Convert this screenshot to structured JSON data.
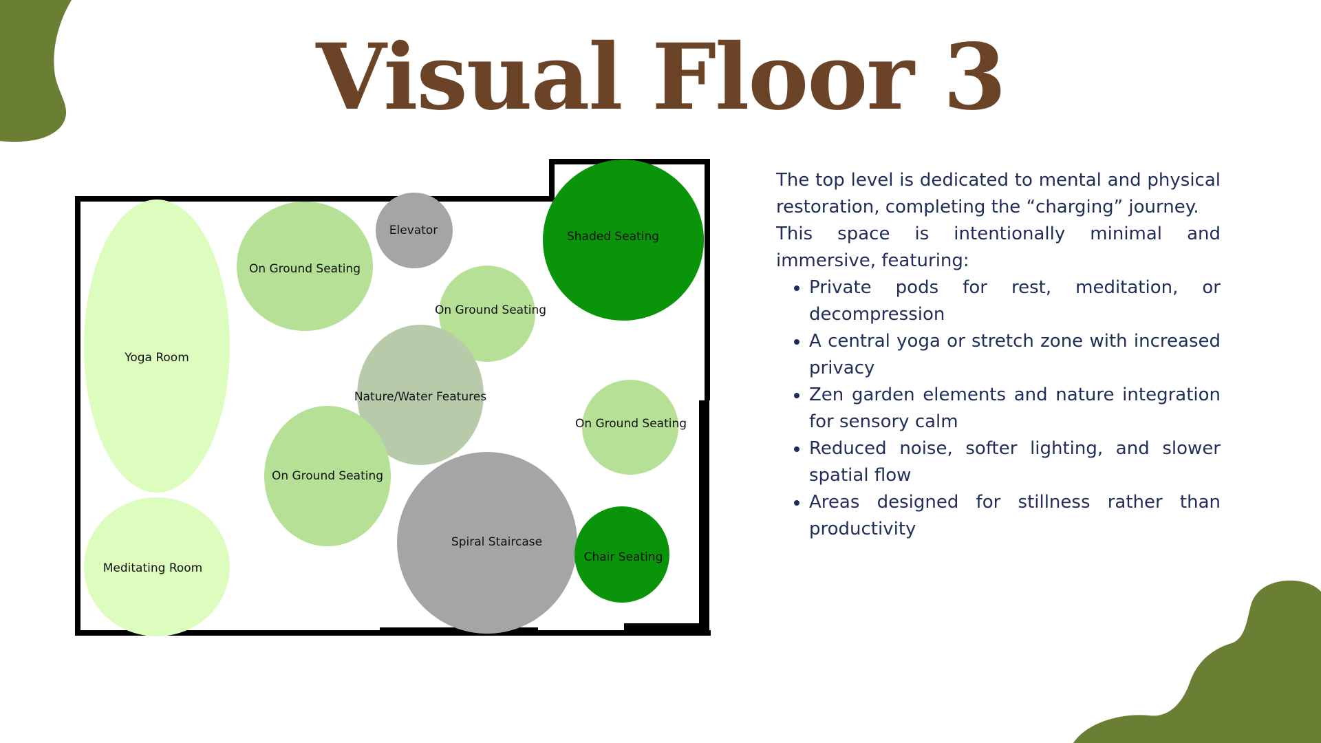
{
  "title": "Visual Floor 3",
  "colors": {
    "title": "#6b4326",
    "accent_blob": "#6b7f34",
    "text": "#1f2d59",
    "wall": "#000000",
    "pale_green": "#dcfdbe",
    "light_green": "#b5e096",
    "sage": "#b7cbab",
    "dark_green": "#0a940a",
    "gray": "#a5a5a5"
  },
  "floorplan": {
    "rooms": {
      "yoga_room": "Yoga Room",
      "meditating_room": "Meditating Room",
      "on_ground_seating_1": "On Ground Seating",
      "on_ground_seating_2": "On Ground Seating",
      "on_ground_seating_3": "On Ground Seating",
      "on_ground_seating_4": "On Ground Seating",
      "elevator": "Elevator",
      "shaded_seating": "Shaded Seating",
      "nature_water_features": "Nature/Water Features",
      "spiral_staircase": "Spiral Staircase",
      "chair_seating": "Chair Seating"
    }
  },
  "description": {
    "intro_1": "The top level is dedicated to mental and physical restoration, completing the “charging” journey.",
    "intro_2": "This space is intentionally minimal and immersive, featuring:",
    "bullets": [
      "Private pods for rest, meditation, or decompression",
      "A central yoga or stretch zone with increased privacy",
      "Zen garden elements and nature integration for sensory calm",
      "Reduced noise, softer lighting, and slower spatial flow",
      "Areas designed for stillness rather than productivity"
    ]
  }
}
